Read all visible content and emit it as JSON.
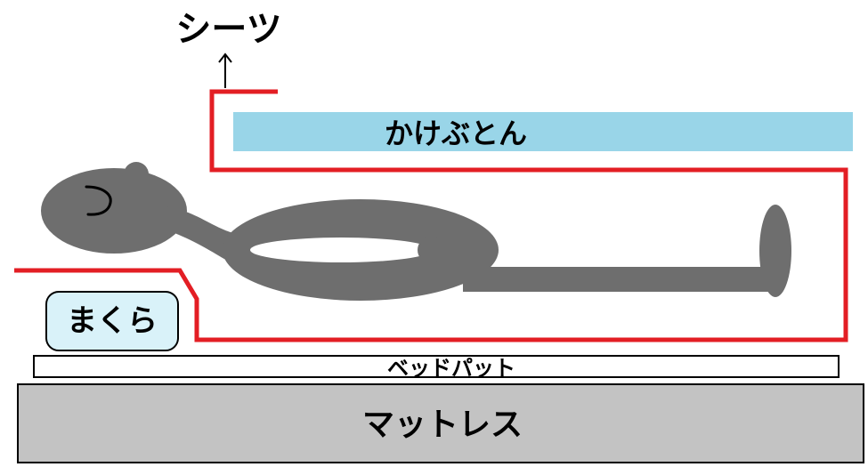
{
  "labels": {
    "sheet": "シーツ",
    "comforter": "かけぶとん",
    "pillow": "まくら",
    "bed_pad": "ベッドパット",
    "mattress": "マットレス"
  },
  "colors": {
    "sheet_line": "#e31e24",
    "comforter": "#99d5e8",
    "pillow_fill": "#d9f2f9",
    "person": "#6e6e6e",
    "mattress": "#c3c3c3",
    "bed_pad": "#ffffff",
    "outline": "#000000"
  },
  "icons": {
    "arrow": "arrow-up-icon",
    "eye": "closed-eye-icon"
  }
}
